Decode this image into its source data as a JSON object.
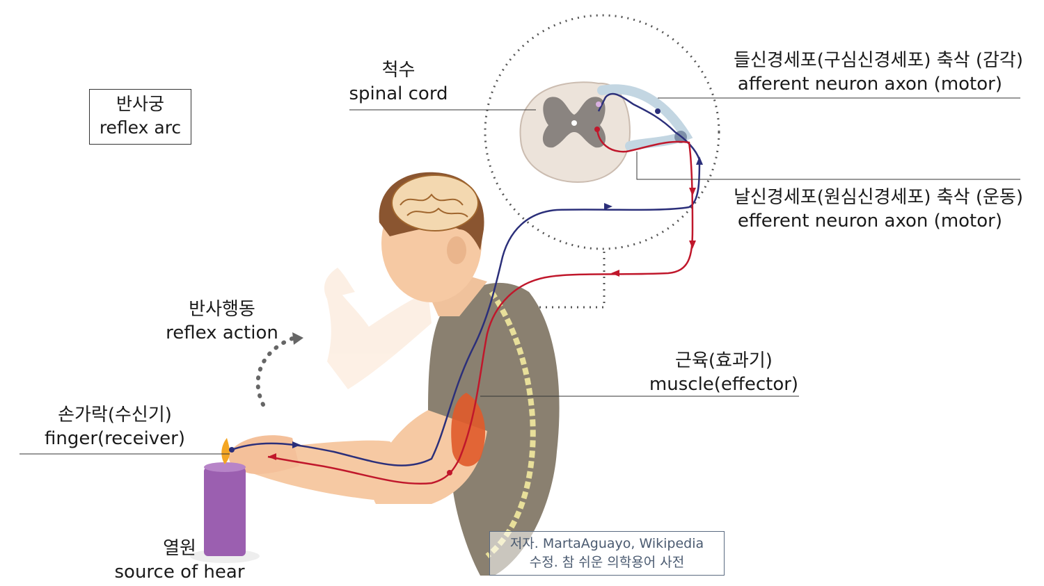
{
  "title": {
    "ko": "반사궁",
    "en": "reflex arc"
  },
  "labels": {
    "spinal_cord": {
      "ko": "척수",
      "en": "spinal cord"
    },
    "afferent": {
      "ko": "들신경세포(구심신경세포) 축삭 (감각)",
      "en": "afferent neuron axon (motor)"
    },
    "efferent": {
      "ko": "날신경세포(원심신경세포) 축삭 (운동)",
      "en": "efferent neuron axon (motor)"
    },
    "reflex_action": {
      "ko": "반사행동",
      "en": "reflex action"
    },
    "muscle": {
      "ko": "근육(효과기)",
      "en": "muscle(effector)"
    },
    "finger": {
      "ko": "손가락(수신기)",
      "en": "finger(receiver)"
    },
    "heat_source": {
      "ko": "열원",
      "en": "source of hear"
    }
  },
  "credit": {
    "line1": "저자. MartaAguayo, Wikipedia",
    "line2": "수정. 참 쉬운 의학용어 사전"
  },
  "colors": {
    "afferent_path": "#2b2f7a",
    "efferent_path": "#c0172b",
    "skin": "#f6c9a3",
    "hair": "#8a5530",
    "shirt": "#8a8070",
    "candle": "#9b5fb0",
    "spinal_cord": "#ece3da",
    "grey_matter": "#8a8480"
  }
}
